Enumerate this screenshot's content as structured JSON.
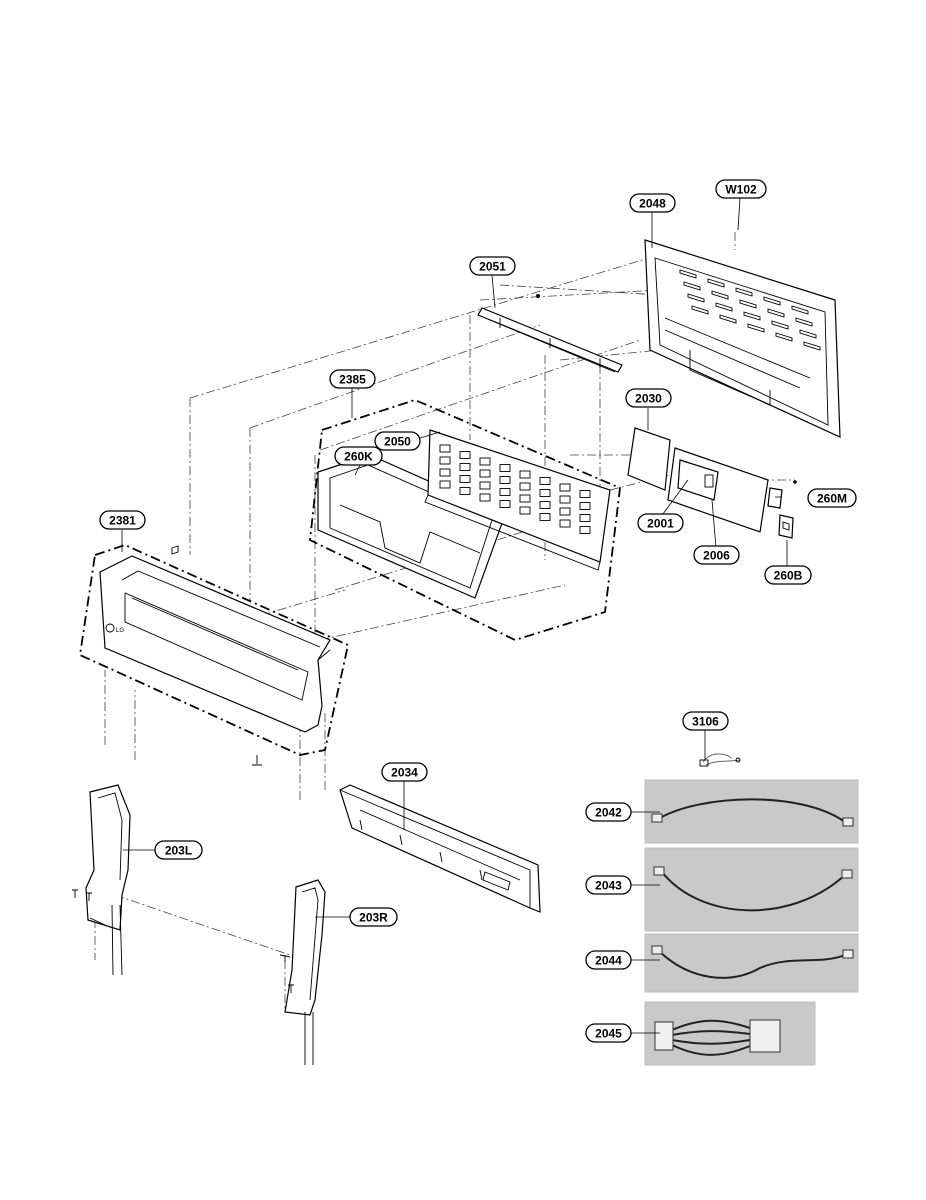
{
  "callouts": {
    "p2048": "2048",
    "w102": "W102",
    "p2051": "2051",
    "p2385": "2385",
    "p2030": "2030",
    "p2050": "2050",
    "p260k": "260K",
    "p260m": "260M",
    "p2001": "2001",
    "p2006": "2006",
    "p260b": "260B",
    "p2381": "2381",
    "p3106": "3106",
    "p2034": "2034",
    "p2042": "2042",
    "p203l": "203L",
    "p2043": "2043",
    "p203r": "203R",
    "p2044": "2044",
    "p2045": "2045"
  },
  "panel_logo_text": "LG"
}
